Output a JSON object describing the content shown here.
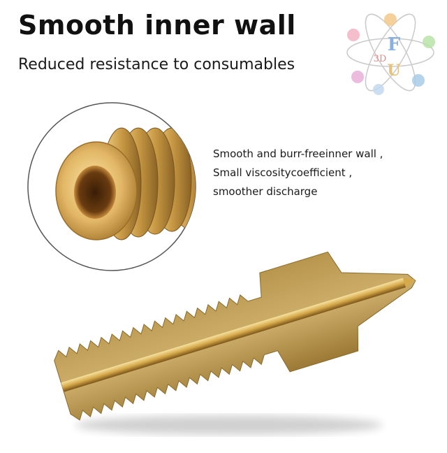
{
  "header": {
    "title": "Smooth inner wall",
    "subtitle": "Reduced resistance to consumables"
  },
  "logo": {
    "text_top": "F",
    "text_mid": "3D",
    "text_bottom": "U"
  },
  "description": {
    "lines": [
      "Smooth and burr-freeinner wall ,",
      "Small viscositycoefficient ,",
      "smoother discharge"
    ]
  },
  "colors": {
    "brass_light": "#e8c87a",
    "brass_mid": "#c9a050",
    "brass_dark": "#8a6a2a",
    "text": "#111111"
  }
}
